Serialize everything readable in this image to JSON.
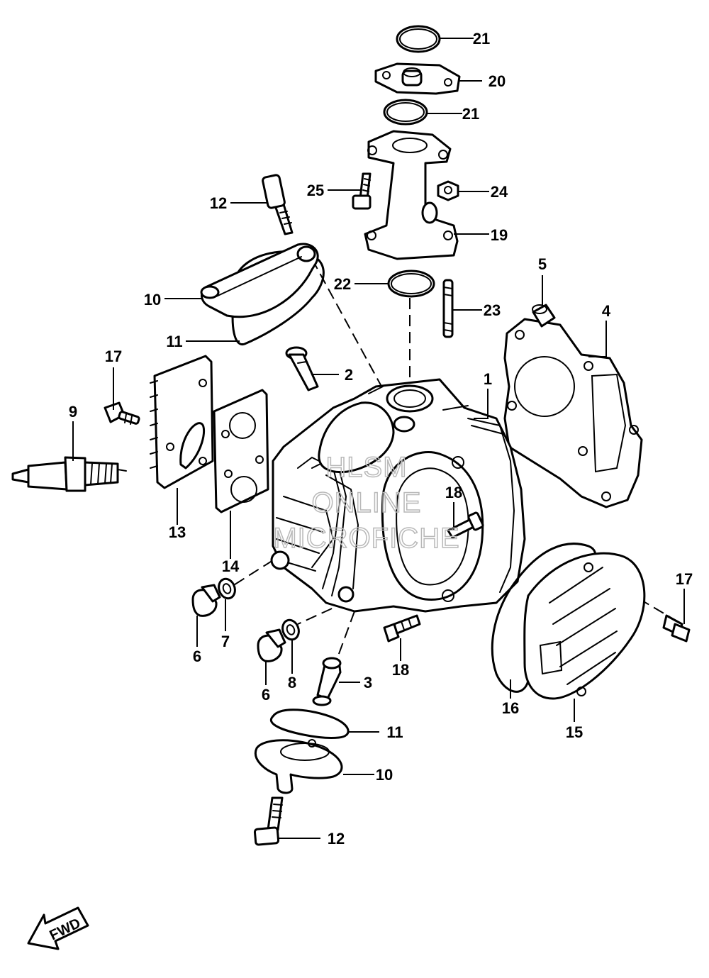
{
  "callouts": [
    "21",
    "20",
    "21",
    "25",
    "24",
    "12",
    "19",
    "22",
    "23",
    "10",
    "5",
    "4",
    "11",
    "2",
    "1",
    "17",
    "9",
    "13",
    "14",
    "18",
    "6",
    "7",
    "8",
    "3",
    "17",
    "6",
    "18",
    "16",
    "15",
    "11",
    "10",
    "12"
  ],
  "watermark": {
    "line1": "HLSM",
    "line2": "ONLINE",
    "line3": "MICROFICHE"
  },
  "direction_label": "FWD"
}
